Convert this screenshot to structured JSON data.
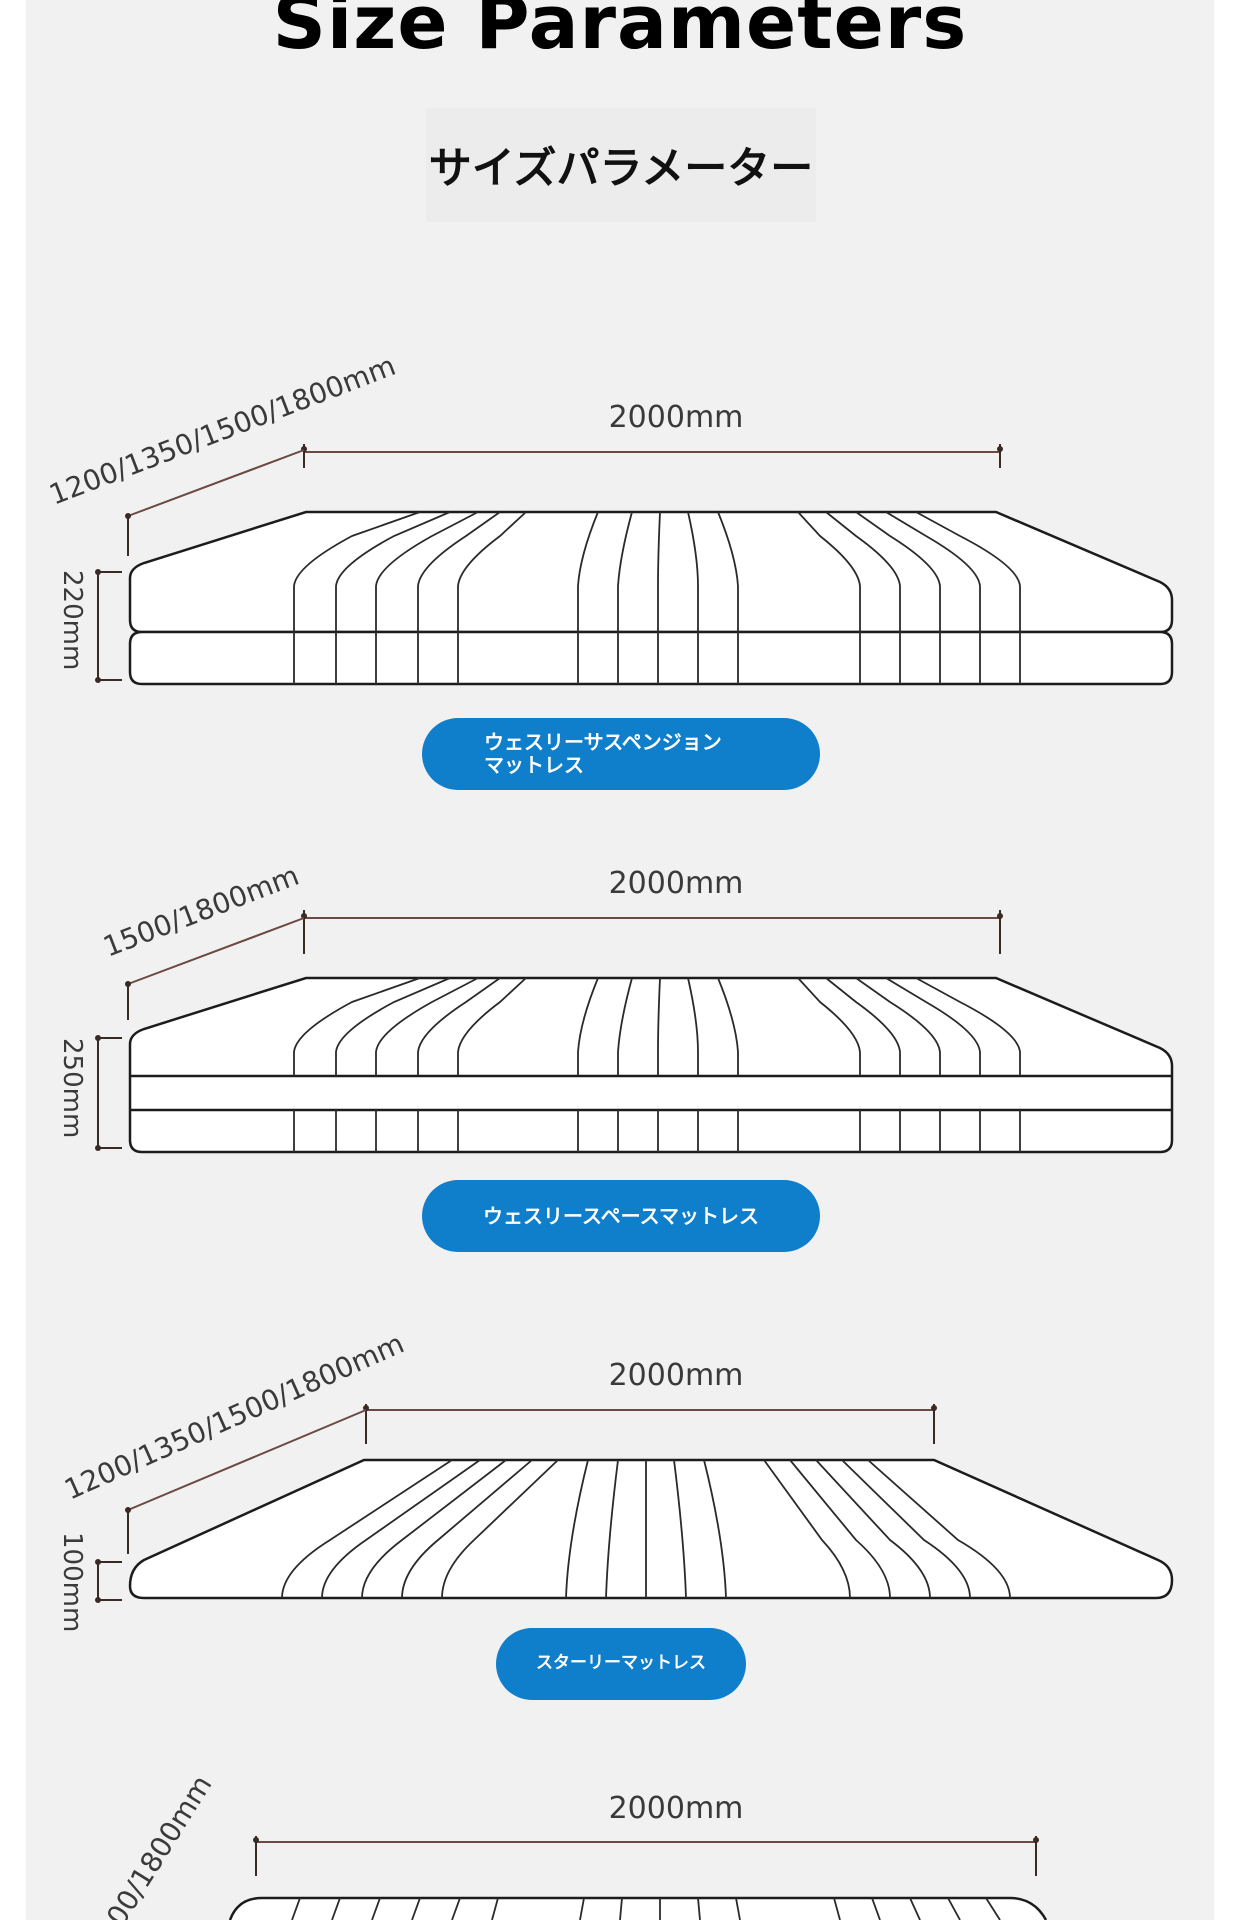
{
  "header": {
    "title": "Size Parameters",
    "subtitle": "サイズパラメーター"
  },
  "products": [
    {
      "length_label": "2000mm",
      "width_label": "1200/1350/1500/1800mm",
      "height_label": "220mm",
      "name_lines": [
        "ウェスリーサスペンジョン",
        "マットレス"
      ]
    },
    {
      "length_label": "2000mm",
      "width_label": "1500/1800mm",
      "height_label": "250mm",
      "name_lines": [
        "ウェスリースペースマットレス"
      ]
    },
    {
      "length_label": "2000mm",
      "width_label": "1200/1350/1500/1800mm",
      "height_label": "100mm",
      "name_lines": [
        "スターリーマットレス"
      ]
    },
    {
      "length_label": "2000mm",
      "width_label": "00/1800mm"
    }
  ],
  "colors": {
    "background": "#f1f1f1",
    "pill": "#0f7ecb",
    "line": "#1c1c1c"
  }
}
